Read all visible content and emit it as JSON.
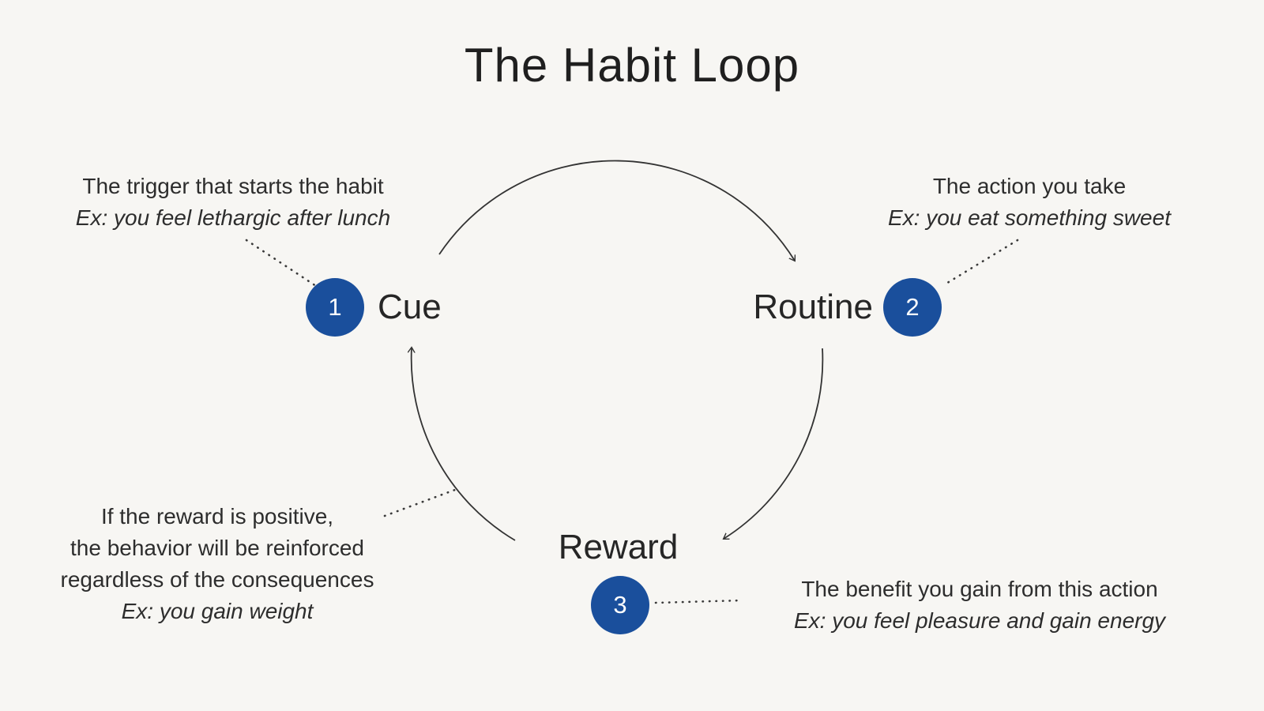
{
  "title": "The Habit Loop",
  "colors": {
    "node_blue": "#1a4f9c",
    "text": "#2d2d2d",
    "background": "#f7f6f3"
  },
  "nodes": {
    "cue": {
      "number": "1",
      "label": "Cue"
    },
    "routine": {
      "number": "2",
      "label": "Routine"
    },
    "reward": {
      "number": "3",
      "label": "Reward"
    }
  },
  "annotations": {
    "cue": {
      "line1": "The trigger that starts the habit",
      "line2": "Ex: you feel lethargic after lunch"
    },
    "routine": {
      "line1": "The action you take",
      "line2": "Ex: you eat something sweet"
    },
    "reward": {
      "line1": "The benefit you gain from this action",
      "line2": "Ex: you feel pleasure and gain energy"
    },
    "reinforcement_note": {
      "line1": "If the reward is positive,",
      "line2": "the behavior will be reinforced",
      "line3": "regardless of the consequences",
      "line4": "Ex: you gain weight"
    }
  }
}
